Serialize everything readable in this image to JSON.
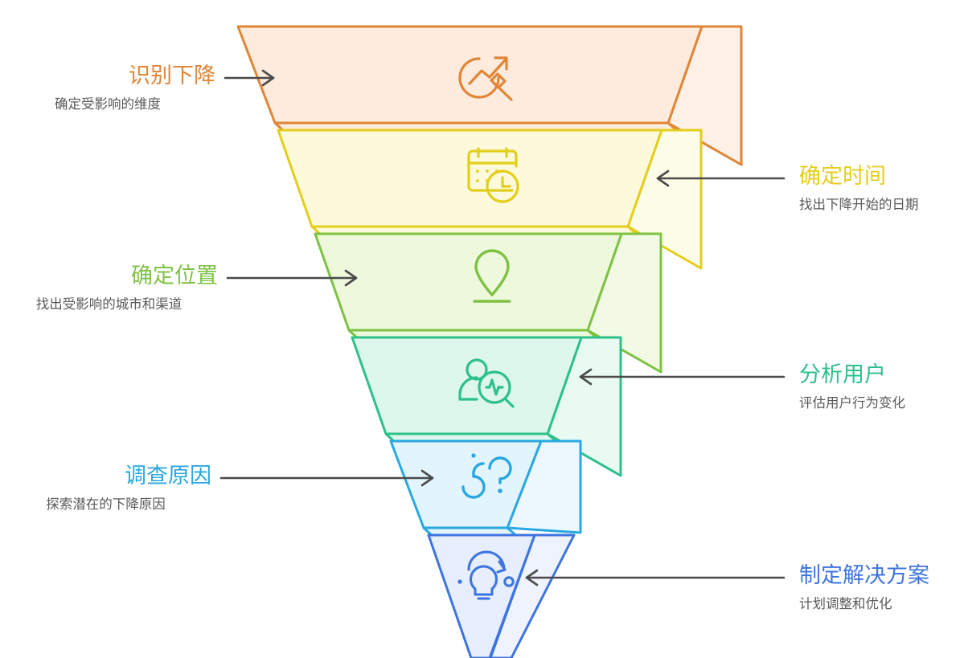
{
  "diagram": {
    "type": "inverted-funnel",
    "stage_count": 6,
    "background": "#ffffff",
    "connector_color": "#4a4a4a",
    "subtitle_color": "#5a5a5a"
  },
  "stages": [
    {
      "title": "识别下降",
      "subtitle": "确定受影响的维度",
      "icon": "trend-magnifier-icon",
      "side": "left",
      "color": "#e08636",
      "fill": "#fdebdd",
      "fill_side": "#fdf1e7"
    },
    {
      "title": "确定时间",
      "subtitle": "找出下降开始的日期",
      "icon": "calendar-clock-icon",
      "side": "right",
      "color": "#e3ce1c",
      "fill": "#fcfada",
      "fill_side": "#fdfce6"
    },
    {
      "title": "确定位置",
      "subtitle": "找出受影响的城市和渠道",
      "icon": "location-pin-icon",
      "side": "left",
      "color": "#7ec242",
      "fill": "#edf8dc",
      "fill_side": "#f2fae6"
    },
    {
      "title": "分析用户",
      "subtitle": "评估用户行为变化",
      "icon": "user-analysis-icon",
      "side": "right",
      "color": "#2ec08b",
      "fill": "#ddf7ec",
      "fill_side": "#e8faf2"
    },
    {
      "title": "调查原因",
      "subtitle": "探索潜在的下降原因",
      "icon": "question-marks-icon",
      "side": "left",
      "color": "#29a8e0",
      "fill": "#e2f4fd",
      "fill_side": "#ecf8fe"
    },
    {
      "title": "制定解决方案",
      "subtitle": "计划调整和优化",
      "icon": "lightbulb-refresh-icon",
      "side": "right",
      "color": "#3d74e0",
      "fill": "#e7eefd",
      "fill_side": "#eef3fe"
    }
  ]
}
